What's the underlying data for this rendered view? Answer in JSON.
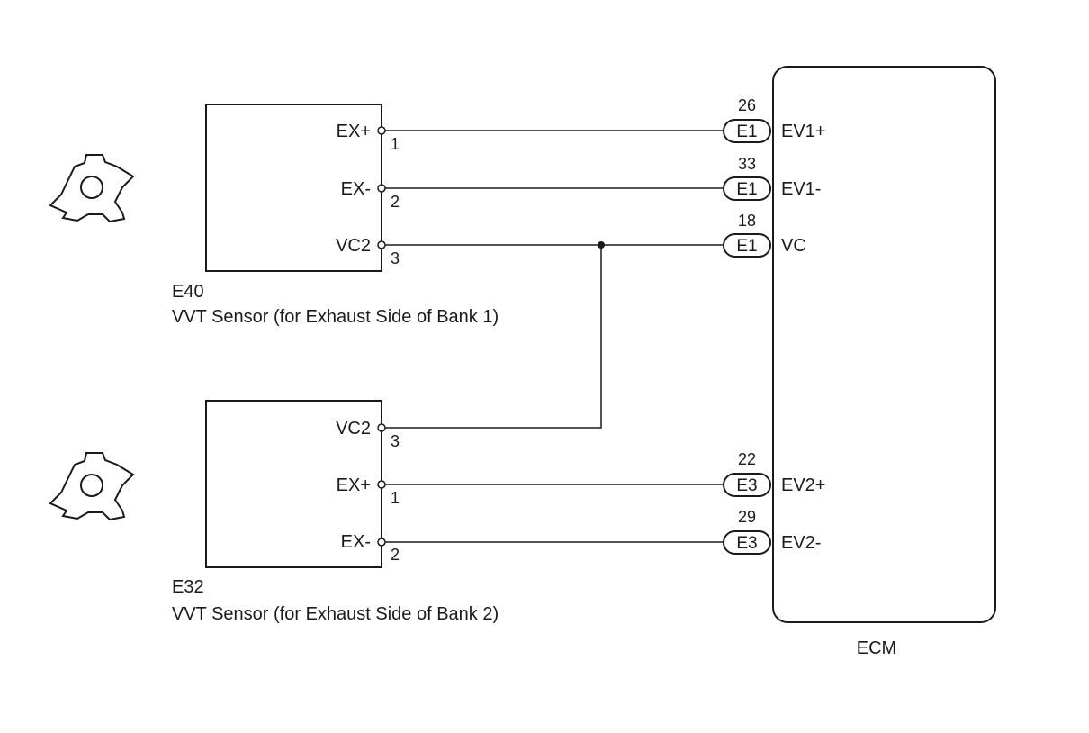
{
  "sensors": [
    {
      "id": "E40",
      "description": "VVT Sensor (for Exhaust Side of Bank 1)",
      "pins": [
        {
          "label": "EX+",
          "number": "1"
        },
        {
          "label": "EX-",
          "number": "2"
        },
        {
          "label": "VC2",
          "number": "3"
        }
      ]
    },
    {
      "id": "E32",
      "description": "VVT Sensor (for Exhaust Side of Bank 2)",
      "pins": [
        {
          "label": "VC2",
          "number": "3"
        },
        {
          "label": "EX+",
          "number": "1"
        },
        {
          "label": "EX-",
          "number": "2"
        }
      ]
    }
  ],
  "ecm": {
    "label": "ECM",
    "terminals": [
      {
        "connector": "E1",
        "pin": "26",
        "signal": "EV1+"
      },
      {
        "connector": "E1",
        "pin": "33",
        "signal": "EV1-"
      },
      {
        "connector": "E1",
        "pin": "18",
        "signal": "VC"
      },
      {
        "connector": "E3",
        "pin": "22",
        "signal": "EV2+"
      },
      {
        "connector": "E3",
        "pin": "29",
        "signal": "EV2-"
      }
    ]
  },
  "icons": {
    "sensor_rotor": "timing-rotor-icon"
  }
}
